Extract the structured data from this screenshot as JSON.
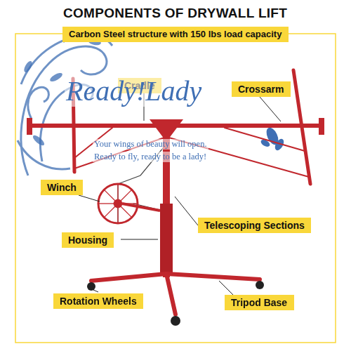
{
  "diagram": {
    "title": "COMPONENTS OF DRYWALL LIFT",
    "nodes": [
      {
        "text": [
          "Carbon Steel structure with 150 lbs load capacity"
        ]
      },
      {
        "text": [
          "Cradle"
        ]
      },
      {
        "text": [
          "Crossarm"
        ]
      },
      {
        "text": [
          "Winch"
        ]
      },
      {
        "text": [
          "Telescoping Sections"
        ]
      },
      {
        "text": [
          "Housing"
        ]
      },
      {
        "text": [
          "Rotation Wheels"
        ]
      },
      {
        "text": [
          "Tripod Base"
        ]
      }
    ],
    "labels": [
      "Ready!Lady",
      "Your wings of beauty will open.",
      "Ready to fly, ready to be a lady!"
    ]
  }
}
